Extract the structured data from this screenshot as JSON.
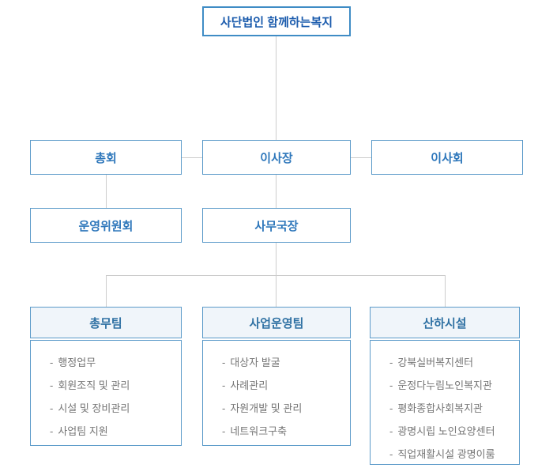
{
  "org_chart": {
    "root": {
      "label": "사단법인 함께하는복지"
    },
    "bullet": "-",
    "level2": [
      {
        "label": "총회"
      },
      {
        "label": "이사장"
      },
      {
        "label": "이사회"
      }
    ],
    "level3": [
      {
        "label": "운영위원회"
      },
      {
        "label": "사무국장"
      }
    ],
    "teams": [
      {
        "label": "총무팀",
        "items": [
          "행정업무",
          "회원조직 및 관리",
          "시설 및 장비관리",
          "사업팀 지원"
        ]
      },
      {
        "label": "사업운영팀",
        "items": [
          "대상자 발굴",
          "사례관리",
          "자원개발 및 관리",
          "네트워크구축"
        ]
      },
      {
        "label": "산하시설",
        "items": [
          "강북실버복지센터",
          "운정다누림노인복지관",
          "평화종합사회복지관",
          "광명시립 노인요양센터",
          "직업재활시설 광명이룸"
        ]
      }
    ],
    "colors": {
      "box_border": "#5b9ac9",
      "root_border": "#3f8cc5",
      "title_text": "#1c5cad",
      "header_text": "#2e77bb",
      "team_header_text": "#2f71a3",
      "team_header_bg": "#f0f5fa",
      "list_text": "#757575",
      "connector": "#cccccc"
    }
  }
}
